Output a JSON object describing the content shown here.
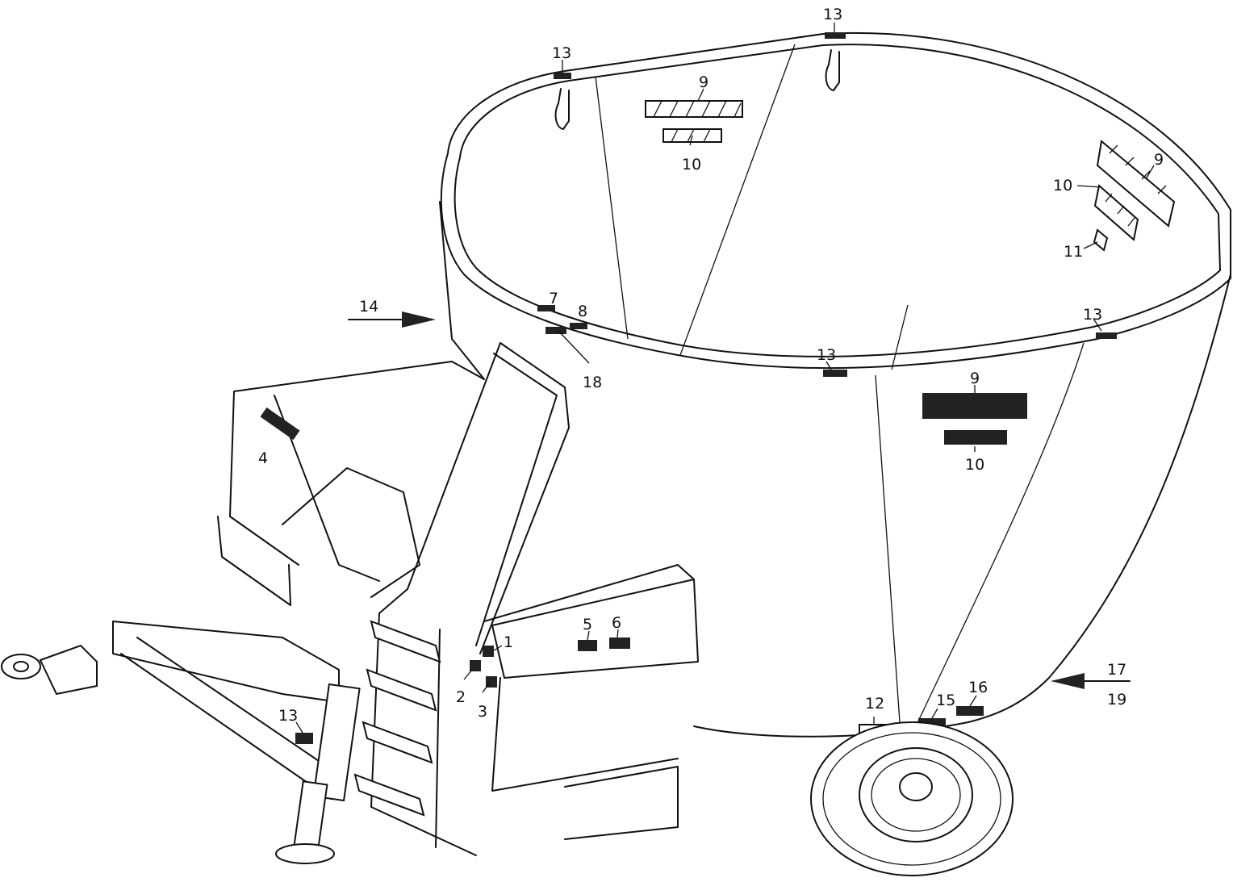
{
  "callouts": [
    {
      "id": "c1",
      "text": "1"
    },
    {
      "id": "c2",
      "text": "2"
    },
    {
      "id": "c3",
      "text": "3"
    },
    {
      "id": "c4",
      "text": "4"
    },
    {
      "id": "c5",
      "text": "5"
    },
    {
      "id": "c6",
      "text": "6"
    },
    {
      "id": "c7",
      "text": "7"
    },
    {
      "id": "c8",
      "text": "8"
    },
    {
      "id": "c9a",
      "text": "9"
    },
    {
      "id": "c9b",
      "text": "9"
    },
    {
      "id": "c9c",
      "text": "9"
    },
    {
      "id": "c10a",
      "text": "10"
    },
    {
      "id": "c10b",
      "text": "10"
    },
    {
      "id": "c10c",
      "text": "10"
    },
    {
      "id": "c11",
      "text": "11"
    },
    {
      "id": "c12",
      "text": "12"
    },
    {
      "id": "c13a",
      "text": "13"
    },
    {
      "id": "c13b",
      "text": "13"
    },
    {
      "id": "c13c",
      "text": "13"
    },
    {
      "id": "c13d",
      "text": "13"
    },
    {
      "id": "c13e",
      "text": "13"
    },
    {
      "id": "c14",
      "text": "14"
    },
    {
      "id": "c15",
      "text": "15"
    },
    {
      "id": "c16",
      "text": "16"
    },
    {
      "id": "c17",
      "text": "17"
    },
    {
      "id": "c18",
      "text": "18"
    },
    {
      "id": "c19",
      "text": "19"
    }
  ]
}
